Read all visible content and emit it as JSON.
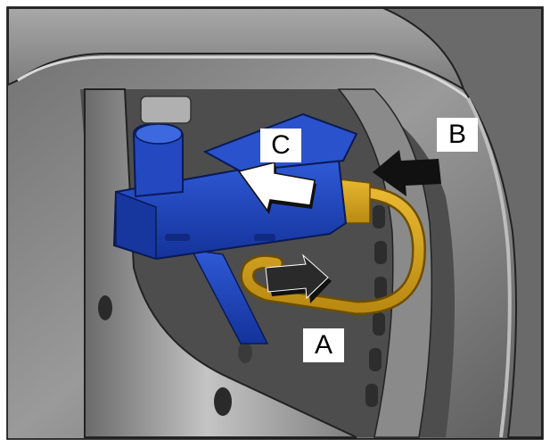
{
  "callouts": {
    "a": "A",
    "b": "B",
    "c": "C"
  },
  "colors": {
    "connector_blue": "#1d43b8",
    "connector_dark_blue": "#0f2a80",
    "wire_yellow": "#d9a520",
    "housing_gray": "#8f8f8f",
    "arrow_black": "#111111"
  }
}
